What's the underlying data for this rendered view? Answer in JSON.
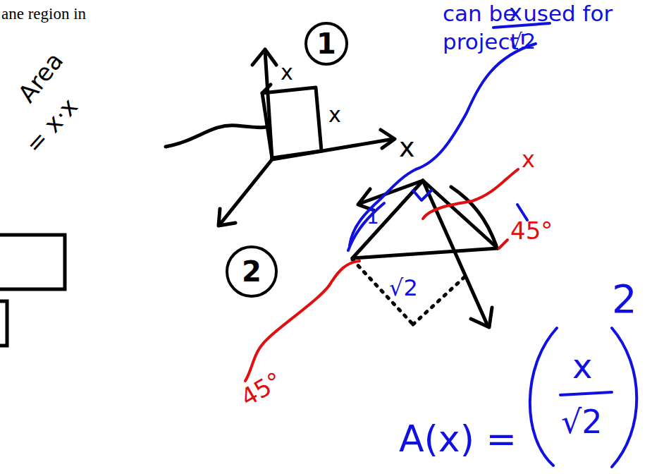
{
  "diagram": {
    "nodes": [
      {
        "text": [
          "1"
        ]
      },
      {
        "text": [
          "2"
        ]
      }
    ],
    "labels": [
      "ane region in",
      "can be used for",
      "project!",
      "Area",
      "= x·x",
      "x",
      "x",
      "x",
      "x",
      "√2",
      "x",
      "45°",
      "45°",
      "1",
      "√2",
      "A(x) =",
      "x",
      "√2",
      "2"
    ]
  }
}
